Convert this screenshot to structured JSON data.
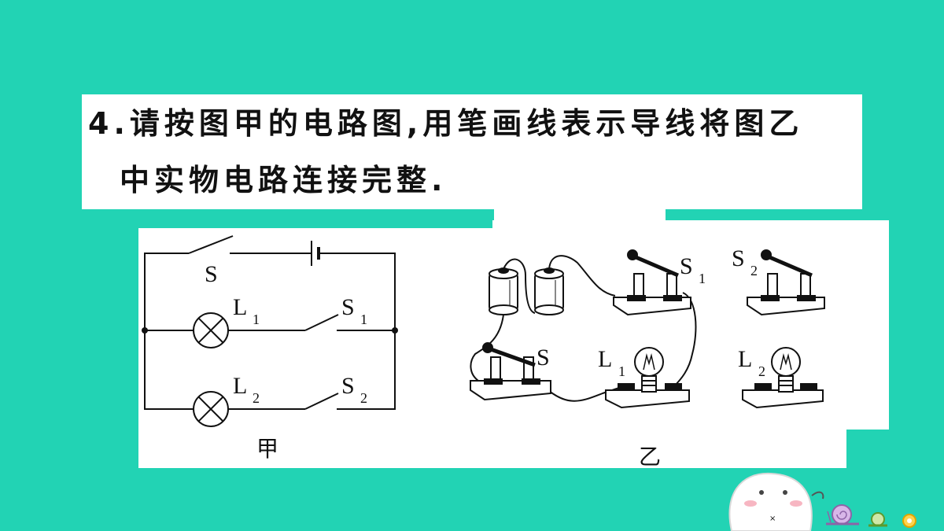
{
  "question": {
    "number": "4.",
    "line1": "请按图甲的电路图,用笔画线表示导线将图乙",
    "line2": "中实物电路连接完整."
  },
  "fig_a": {
    "caption": "甲",
    "switch_main": "S",
    "lamp1": "L",
    "lamp1_sub": "1",
    "lamp2": "L",
    "lamp2_sub": "2",
    "switch1": "S",
    "switch1_sub": "1",
    "switch2": "S",
    "switch2_sub": "2"
  },
  "fig_b": {
    "caption": "乙",
    "switch_main": "S",
    "switch1": "S",
    "switch1_sub": "1",
    "switch2": "S",
    "switch2_sub": "2",
    "lamp1": "L",
    "lamp1_sub": "1",
    "lamp2": "L",
    "lamp2_sub": "2"
  },
  "colors": {
    "background": "#22d3b4",
    "panel": "#ffffff",
    "ink": "#111111"
  }
}
